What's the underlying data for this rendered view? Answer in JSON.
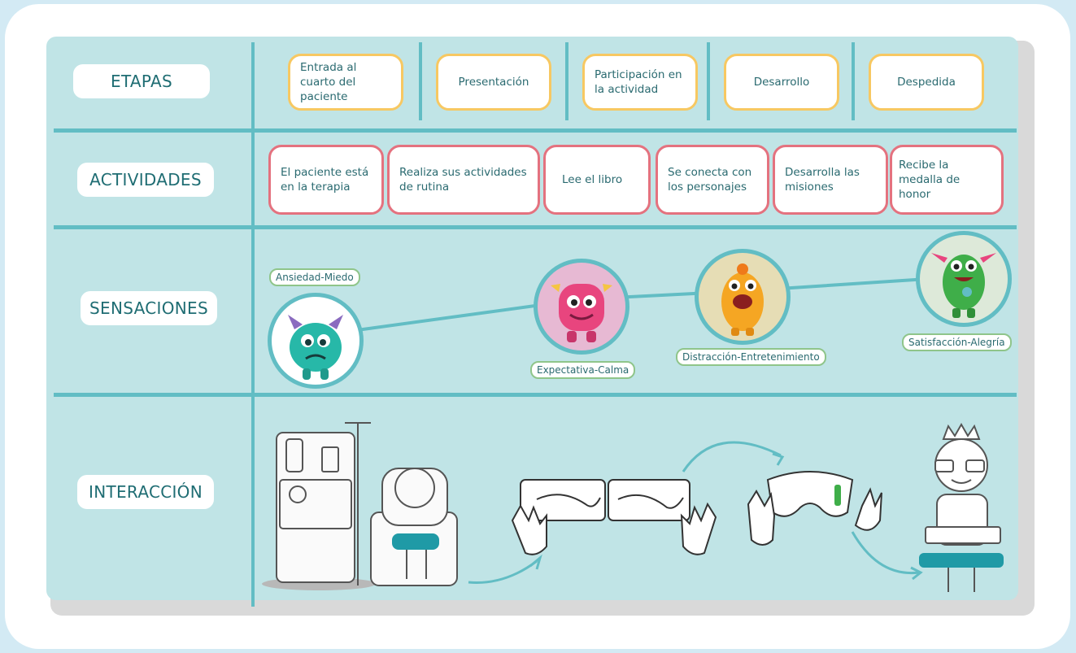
{
  "rows": {
    "etapas": "ETAPAS",
    "actividades": "ACTIVIDADES",
    "sensaciones": "SENSACIONES",
    "interaccion": "INTERACCIÓN"
  },
  "etapas": [
    "Entrada al cuarto del paciente",
    "Presentación",
    "Participación en la actividad",
    "Desarrollo",
    "Despedida"
  ],
  "actividades": [
    "El paciente está en la terapia",
    "Realiza sus actividades de rutina",
    "Lee el libro",
    "Se conecta con los personajes",
    "Desarrolla las misiones",
    "Recibe la medalla de honor"
  ],
  "sensaciones": [
    {
      "label": "Ansiedad-Miedo",
      "color": "#27b8a8",
      "icon": "teal-monster-icon"
    },
    {
      "label": "Expectativa-Calma",
      "color": "#e8457e",
      "icon": "pink-monster-icon"
    },
    {
      "label": "Distracción-Entretenimiento",
      "color": "#f5a623",
      "icon": "orange-monster-icon"
    },
    {
      "label": "Satisfacción-Alegría",
      "color": "#3fae49",
      "icon": "green-monster-icon"
    }
  ],
  "colors": {
    "accent": "#62bdc4",
    "etapa_border": "#f7c862",
    "actividad_border": "#e4727f",
    "sensacion_border": "#8fc58a"
  }
}
